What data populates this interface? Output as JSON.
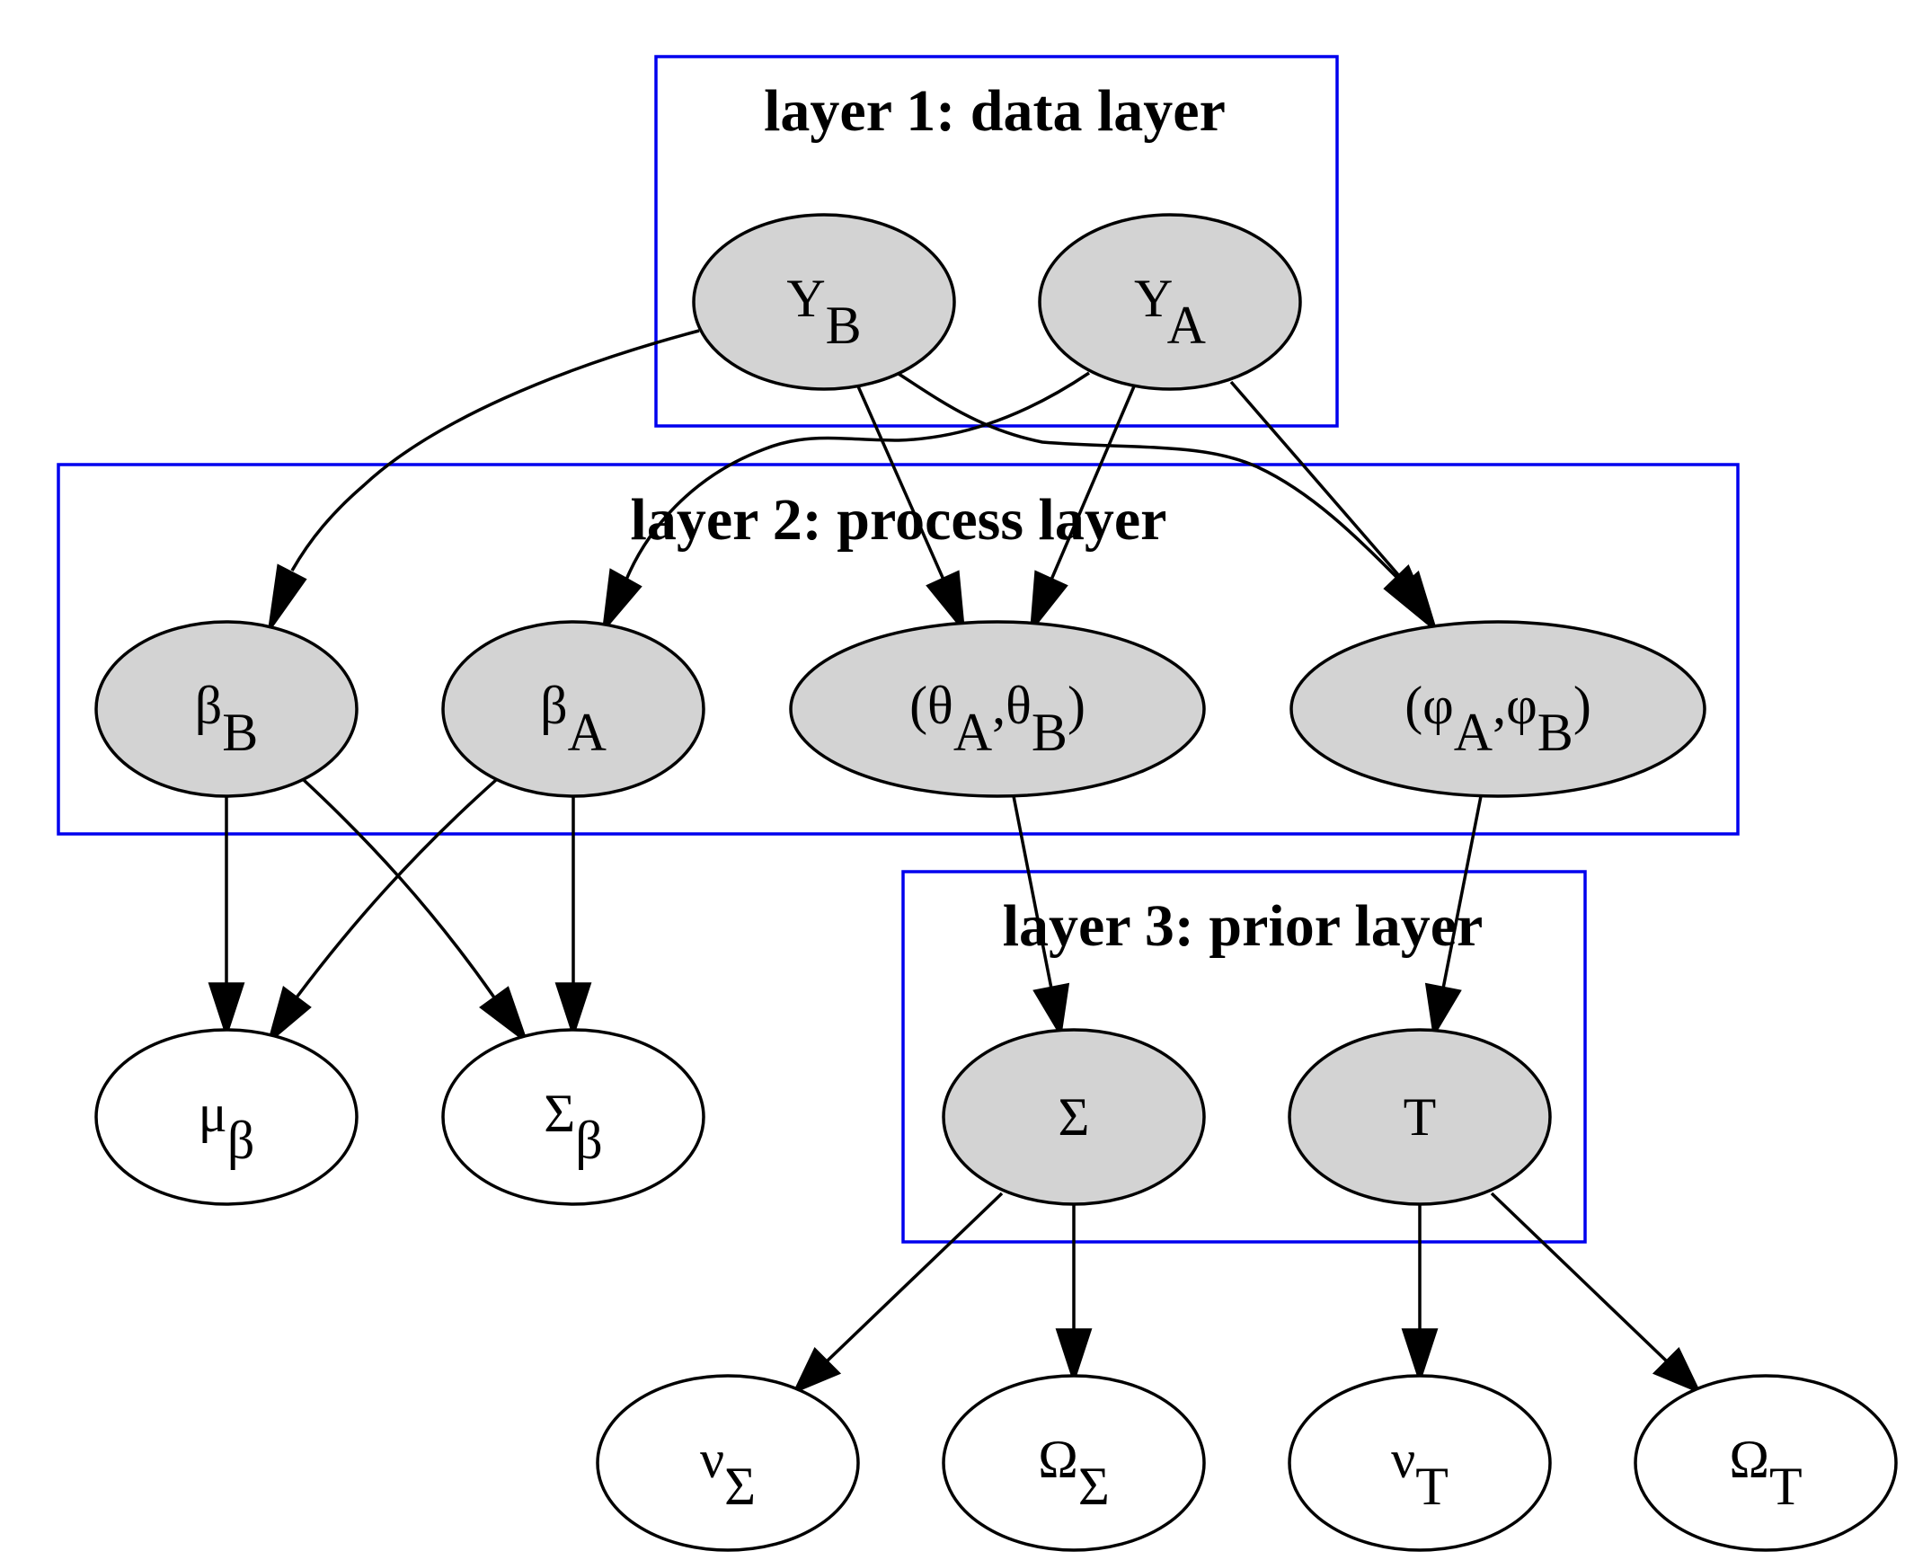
{
  "clusters": [
    {
      "id": "layer1",
      "label": "layer 1: data layer"
    },
    {
      "id": "layer2",
      "label": "layer 2: process layer"
    },
    {
      "id": "layer3",
      "label": "layer 3: prior layer"
    }
  ],
  "nodes": {
    "YB": {
      "base": "Y",
      "sub": "B"
    },
    "YA": {
      "base": "Y",
      "sub": "A"
    },
    "betaB": {
      "base": "β",
      "sub": "B"
    },
    "betaA": {
      "base": "β",
      "sub": "A"
    },
    "theta": {
      "p1": "(θ",
      "s1": "A",
      "p2": ",θ",
      "s2": "B",
      "p3": ")"
    },
    "phi": {
      "p1": "(φ",
      "s1": "A",
      "p2": ",φ",
      "s2": "B",
      "p3": ")"
    },
    "muBeta": {
      "base": "μ",
      "sub": "β"
    },
    "SigmaBeta": {
      "base": "Σ",
      "sub": "β"
    },
    "Sigma": {
      "base": "Σ"
    },
    "T": {
      "base": "T"
    },
    "nuSigma": {
      "base": "ν",
      "sub": "Σ"
    },
    "OmegaSigma": {
      "base": "Ω",
      "sub": "Σ"
    },
    "nuT": {
      "base": "ν",
      "sub": "T"
    },
    "OmegaT": {
      "base": "Ω",
      "sub": "T"
    }
  },
  "edges": [
    {
      "from": "YB",
      "to": "betaB"
    },
    {
      "from": "YB",
      "to": "theta"
    },
    {
      "from": "YB",
      "to": "phi"
    },
    {
      "from": "YA",
      "to": "betaA"
    },
    {
      "from": "YA",
      "to": "theta"
    },
    {
      "from": "YA",
      "to": "phi"
    },
    {
      "from": "betaB",
      "to": "muBeta"
    },
    {
      "from": "betaB",
      "to": "SigmaBeta"
    },
    {
      "from": "betaA",
      "to": "muBeta"
    },
    {
      "from": "betaA",
      "to": "SigmaBeta"
    },
    {
      "from": "theta",
      "to": "Sigma"
    },
    {
      "from": "phi",
      "to": "T"
    },
    {
      "from": "Sigma",
      "to": "nuSigma"
    },
    {
      "from": "Sigma",
      "to": "OmegaSigma"
    },
    {
      "from": "T",
      "to": "nuT"
    },
    {
      "from": "T",
      "to": "OmegaT"
    }
  ]
}
